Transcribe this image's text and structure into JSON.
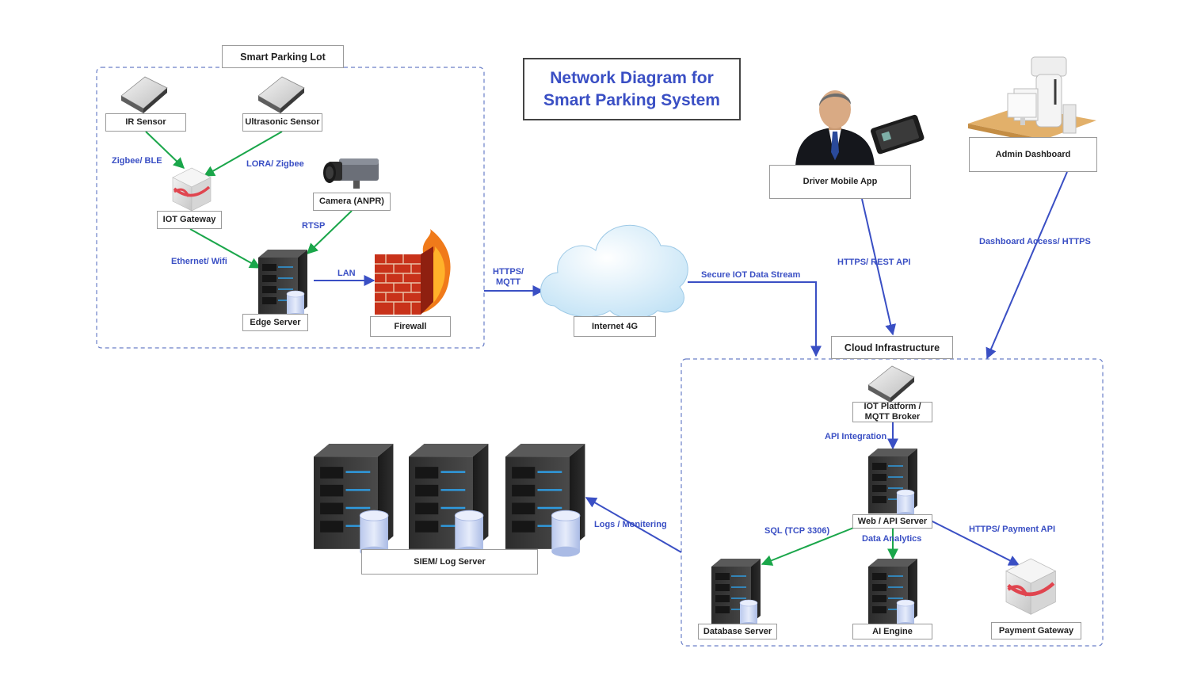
{
  "title": {
    "line1": "Network Diagram for",
    "line2": "Smart Parking System"
  },
  "groups": {
    "parking": "Smart Parking Lot",
    "cloud": "Cloud Infrastructure"
  },
  "nodes": {
    "ir_sensor": "IR Sensor",
    "ultrasonic_sensor": "Ultrasonic Sensor",
    "iot_gateway": "IOT Gateway",
    "camera": "Camera (ANPR)",
    "edge_server": "Edge Server",
    "firewall": "Firewall",
    "internet": "Internet 4G",
    "driver_app": "Driver Mobile App",
    "admin_dashboard": "Admin Dashboard",
    "iot_platform_1": "IOT Platform /",
    "iot_platform_2": "MQTT Broker",
    "web_api": "Web / API Server",
    "database": "Database Server",
    "ai_engine": "AI Engine",
    "payment_gateway": "Payment Gateway",
    "siem": "SIEM/ Log Server"
  },
  "edges": {
    "zigbee_ble": "Zigbee/ BLE",
    "lora_zigbee": "LORA/ Zigbee",
    "rtsp": "RTSP",
    "ethernet_wifi": "Ethernet/ Wifi",
    "lan": "LAN",
    "https_mqtt_1": "HTTPS/",
    "https_mqtt_2": "MQTT",
    "secure_stream": "Secure IOT Data Stream",
    "https_rest": "HTTPS/ REST API",
    "dashboard_access": "Dashboard Access/ HTTPS",
    "api_integration": "API Integration",
    "sql": "SQL (TCP 3306)",
    "data_analytics": "Data Analytics",
    "payment_api": "HTTPS/ Payment API",
    "logs": "Logs / Monitering"
  },
  "colors": {
    "accent": "#3a4fc4",
    "green_link": "#1aa64a",
    "blue_link": "#3a4fc4",
    "group_border": "#6a7fc8"
  },
  "icons": [
    "hard-drive-icon",
    "gateway-cube-icon",
    "camera-icon",
    "server-icon",
    "firewall-icon",
    "cloud-icon",
    "businessman-icon",
    "tablet-icon",
    "admin-workstation-icon"
  ]
}
